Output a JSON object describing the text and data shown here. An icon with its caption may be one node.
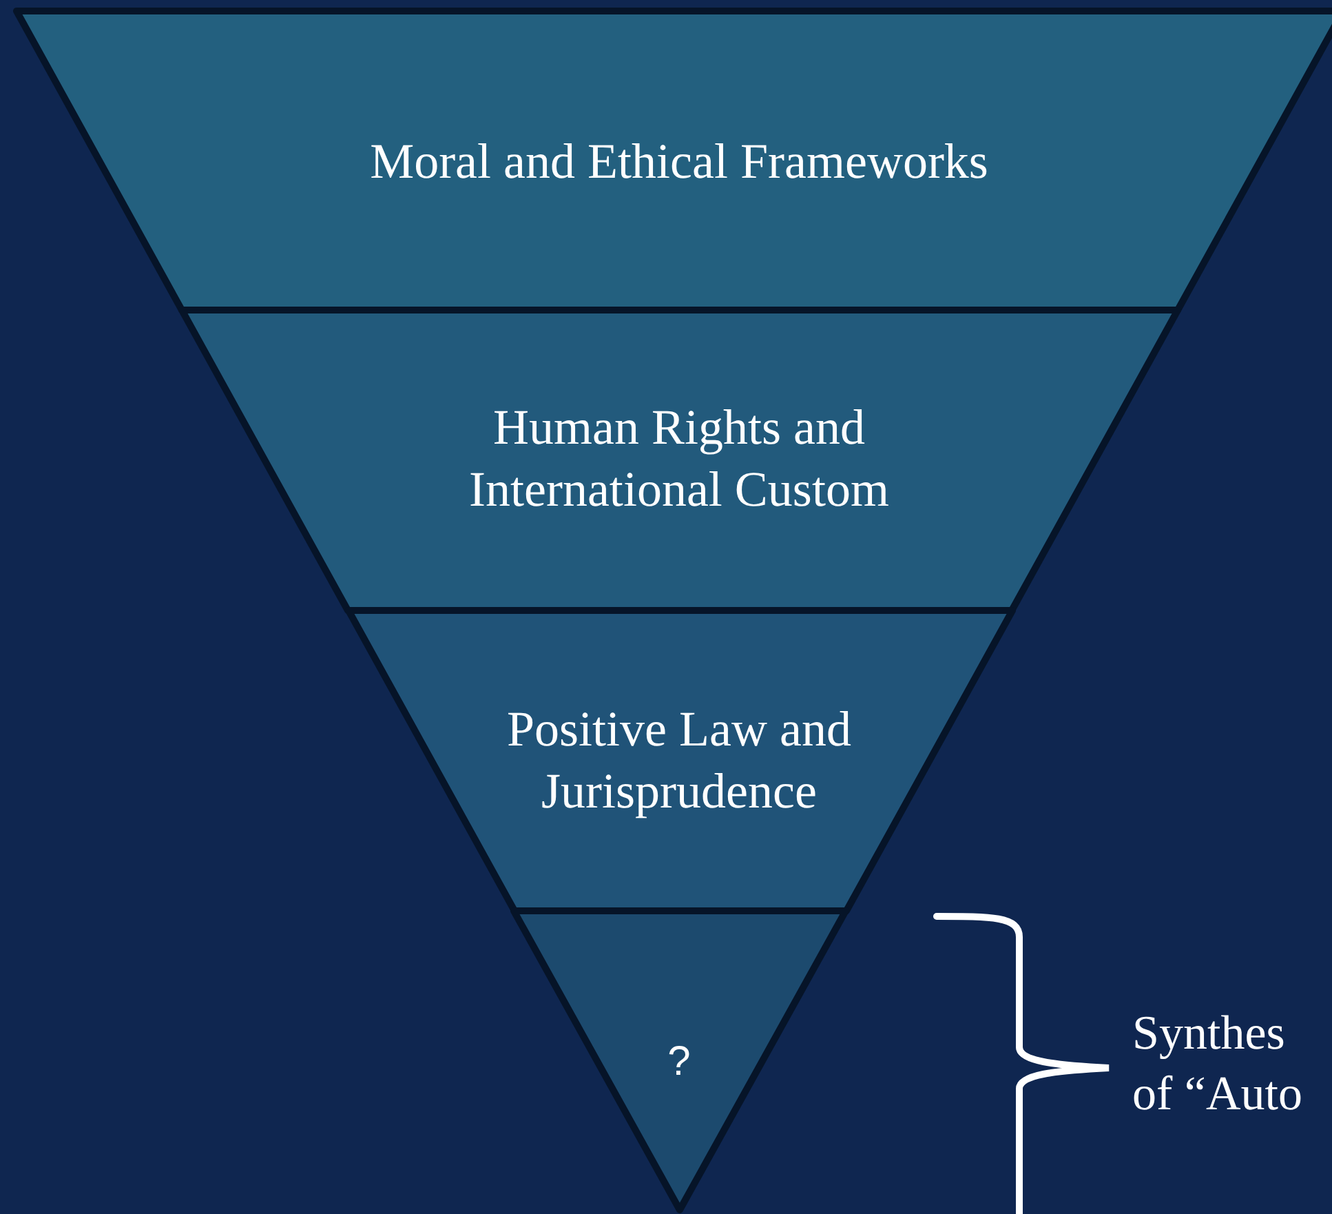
{
  "diagram": {
    "nodes": [
      {
        "text": [
          "Moral and Ethical Frameworks"
        ]
      },
      {
        "text": [
          "Human Rights and International Custom"
        ]
      },
      {
        "text": [
          "Positive Law and Jurisprudence"
        ]
      },
      {
        "text": [
          "?"
        ]
      }
    ],
    "edges": [],
    "labels": [
      "Synthes of “Auto"
    ]
  }
}
